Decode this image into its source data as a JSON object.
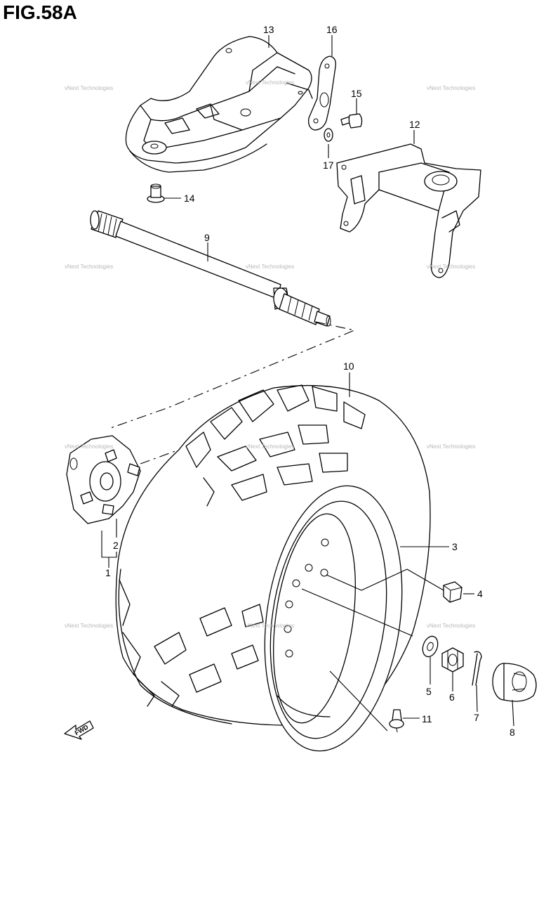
{
  "figure": {
    "title": "FIG.58A"
  },
  "watermark": {
    "text": "vNext Technologies"
  },
  "badges": {
    "fwd": "FWD"
  },
  "callouts": [
    "1",
    "2",
    "3",
    "4",
    "5",
    "6",
    "7",
    "8",
    "9",
    "10",
    "11",
    "12",
    "13",
    "14",
    "15",
    "16",
    "17"
  ]
}
